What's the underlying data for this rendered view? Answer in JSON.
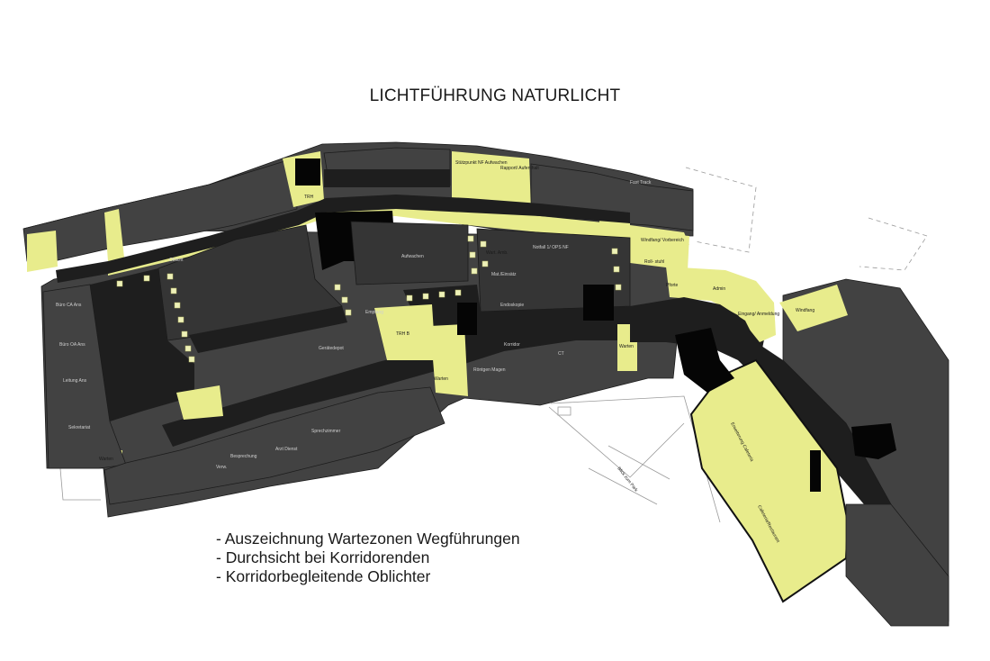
{
  "title": "LICHTFÜHRUNG NATURLICHT",
  "legend": [
    "- Auszeichnung Wartezonen Wegführungen",
    "- Durchsicht bei Korridorenden",
    "- Korridorbegleitende Oblichter"
  ],
  "colors": {
    "room": "#424242",
    "corridor": "#1e1e1e",
    "light_zone": "#e8ec8c",
    "skylight": "#eef1b8",
    "background": "#ffffff"
  },
  "room_labels": {
    "trh_top": "TRH",
    "trh_b": "TRH B",
    "stuetzpunkt": "Stützpunkt NF Aufwachen",
    "rapport": "Rapport/ Aufenthalt",
    "windfang_top": "Windfang/ Vorbereich",
    "windfang_right": "Windfang",
    "pforte": "Pforte",
    "admin": "Admin",
    "eingang": "Eingang/ Anmeldung",
    "warten_mid": "Warten",
    "warten_lower": "Warten",
    "warten_left": "Warten",
    "wart_amb": "Wart. Amb.",
    "rollstuhl": "Roll- stuhl",
    "aufwachen": "Aufwachen",
    "cafeteria": "Cafeteria/Restaurant",
    "erweiterung": "Erweiterung Cafeteria",
    "blick": "Blick zum Park",
    "fast_track": "Fast Track",
    "notfall": "Notfall 1/ OPS NF",
    "mat_einsatz": "Mat./Einsätz",
    "endoskopie": "Endoskopie",
    "buero_ca": "Büro CA Ans",
    "buero_oa": "Büro OA Ans",
    "leitung": "Leitung Ans",
    "sekretariat": "Sekretariat",
    "korridor": "Korridor",
    "oblicht": "Oblicht",
    "ct": "CT",
    "roentgen": "Röntgen Magen",
    "empfang": "Empfang",
    "sprechzimmer": "Sprechzimmer",
    "arzt_dienst": "Arzt Dienst",
    "besprechung": "Besprechung",
    "geraetedepot": "Gerätedepot",
    "verw": "Verw."
  }
}
